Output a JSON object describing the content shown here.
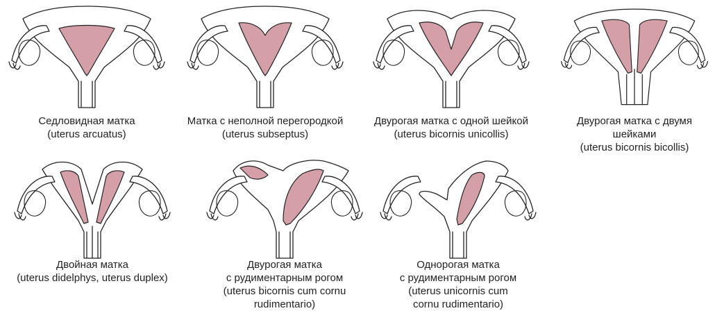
{
  "colors": {
    "cavity": "#d59fa8",
    "outline": "#222222",
    "background": "#ffffff"
  },
  "panels": [
    {
      "id": "arcuatus",
      "type": "arcuate",
      "caption": [
        "Седловидная матка",
        "(uterus arcuatus)"
      ]
    },
    {
      "id": "subseptus",
      "type": "subseptate",
      "caption": [
        "Матка с неполной перегородкой",
        "(uterus subseptus)"
      ]
    },
    {
      "id": "bicornis-unicollis",
      "type": "bicornuate-unicollis",
      "caption": [
        "Двурогая матка с одной шейкой",
        "(uterus bicornis unicollis)"
      ]
    },
    {
      "id": "bicornis-bicollis",
      "type": "bicornuate-bicollis",
      "caption": [
        "Двурогая матка с двумя",
        "шейками",
        "(uterus bicornis bicollis)"
      ]
    },
    {
      "id": "didelphys",
      "type": "didelphys",
      "caption": [
        "Двойная матка",
        "(uterus didelphys, uterus duplex)"
      ]
    },
    {
      "id": "bicornis-rudimentary",
      "type": "bicornuate-rudimentary",
      "caption": [
        "Двурогая матка",
        "с рудиментарным рогом",
        "(uterus bicornis cum cornu",
        "rudimentario)"
      ]
    },
    {
      "id": "unicornis-rudimentary",
      "type": "unicornuate-rudimentary",
      "caption": [
        "Однорогая матка",
        "с рудиментарным рогом",
        "(uterus unicornis cum",
        "cornu rudimentario)"
      ]
    }
  ]
}
